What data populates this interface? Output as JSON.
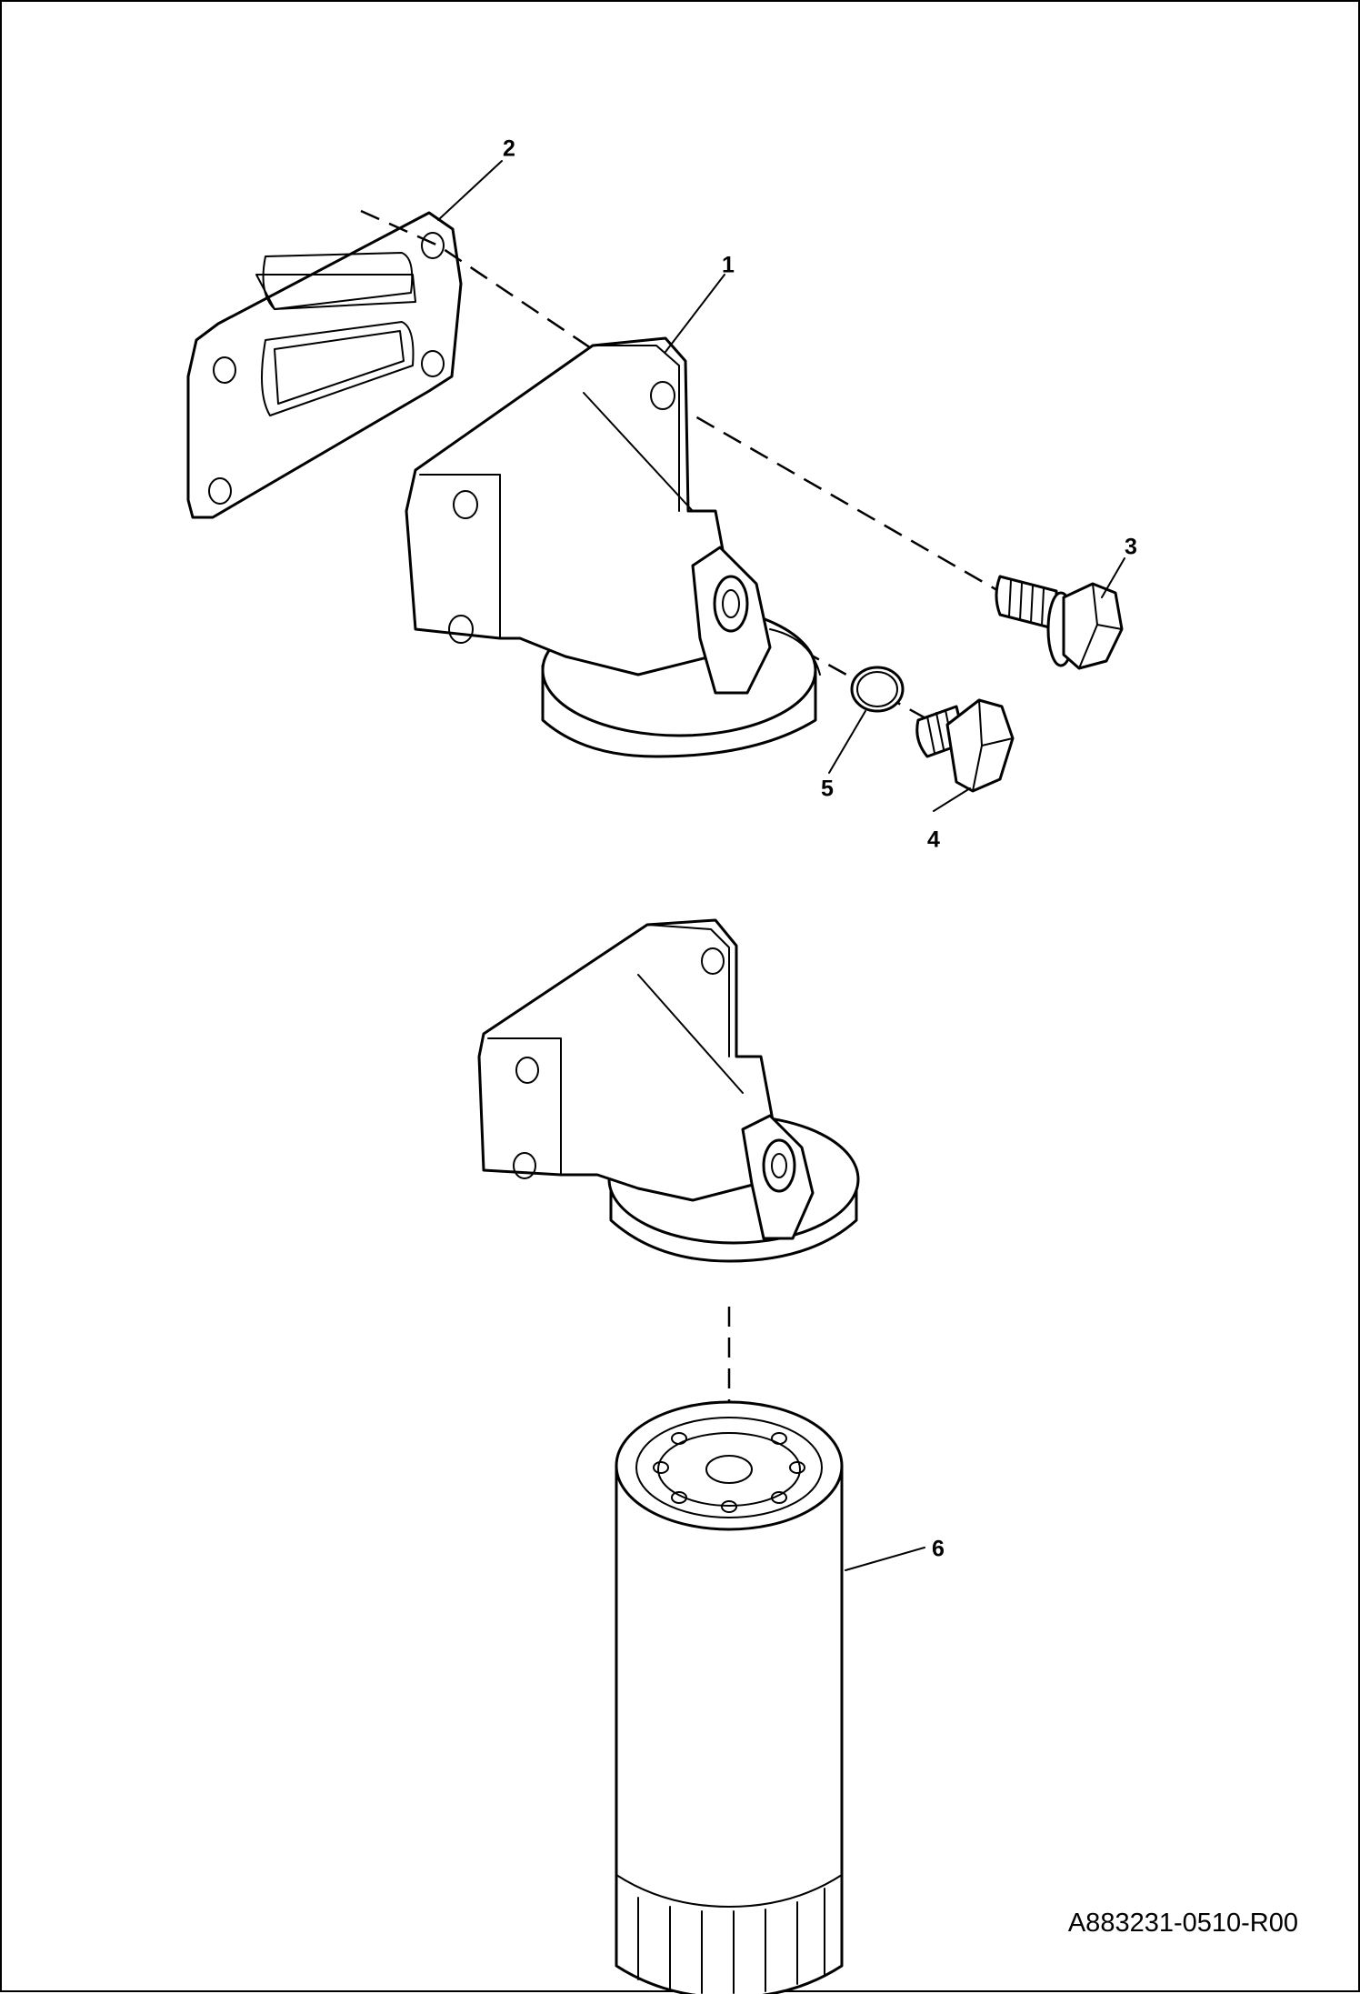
{
  "callouts": [
    {
      "id": "1",
      "label": "1",
      "part": "oil-filter-head"
    },
    {
      "id": "2",
      "label": "2",
      "part": "gasket"
    },
    {
      "id": "3",
      "label": "3",
      "part": "flange-bolt"
    },
    {
      "id": "4",
      "label": "4",
      "part": "plug"
    },
    {
      "id": "5",
      "label": "5",
      "part": "o-ring"
    },
    {
      "id": "6",
      "label": "6",
      "part": "oil-filter-cartridge"
    }
  ],
  "drawing_id": "A883231-0510-R00"
}
